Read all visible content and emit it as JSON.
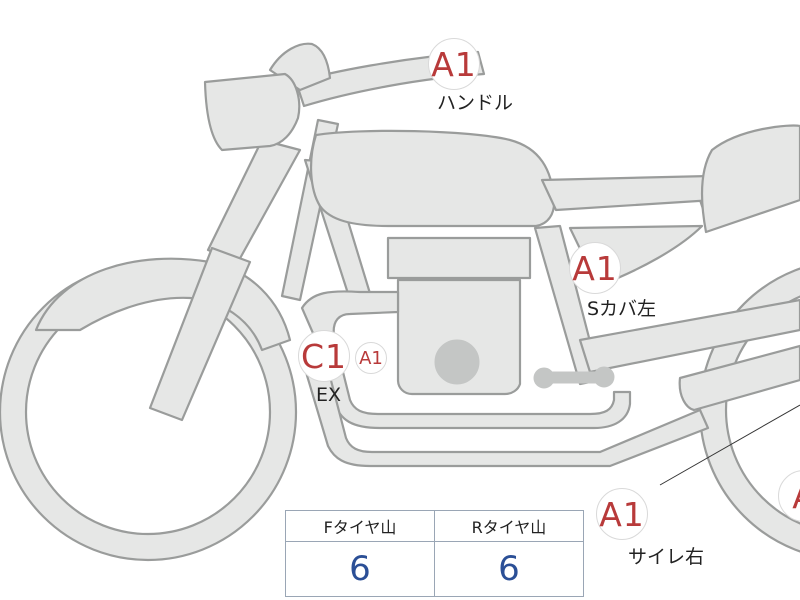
{
  "colors": {
    "grade_text": "#b83a3a",
    "tire_value": "#2b4f96",
    "part_fill": "#e6e7e6",
    "part_outline": "#9a9c9b"
  },
  "annotations": [
    {
      "grade": "A1",
      "label": "ハンドル"
    },
    {
      "grade": "A1",
      "label": "Sカバ左"
    },
    {
      "grade": "C1",
      "label": "EX"
    },
    {
      "grade": "A1",
      "label": ""
    },
    {
      "grade": "A1",
      "label": "サイレ右"
    },
    {
      "grade": "A",
      "label": ""
    }
  ],
  "tire_table": {
    "headers": [
      "Fタイヤ山",
      "Rタイヤ山"
    ],
    "values": [
      "6",
      "6"
    ]
  }
}
